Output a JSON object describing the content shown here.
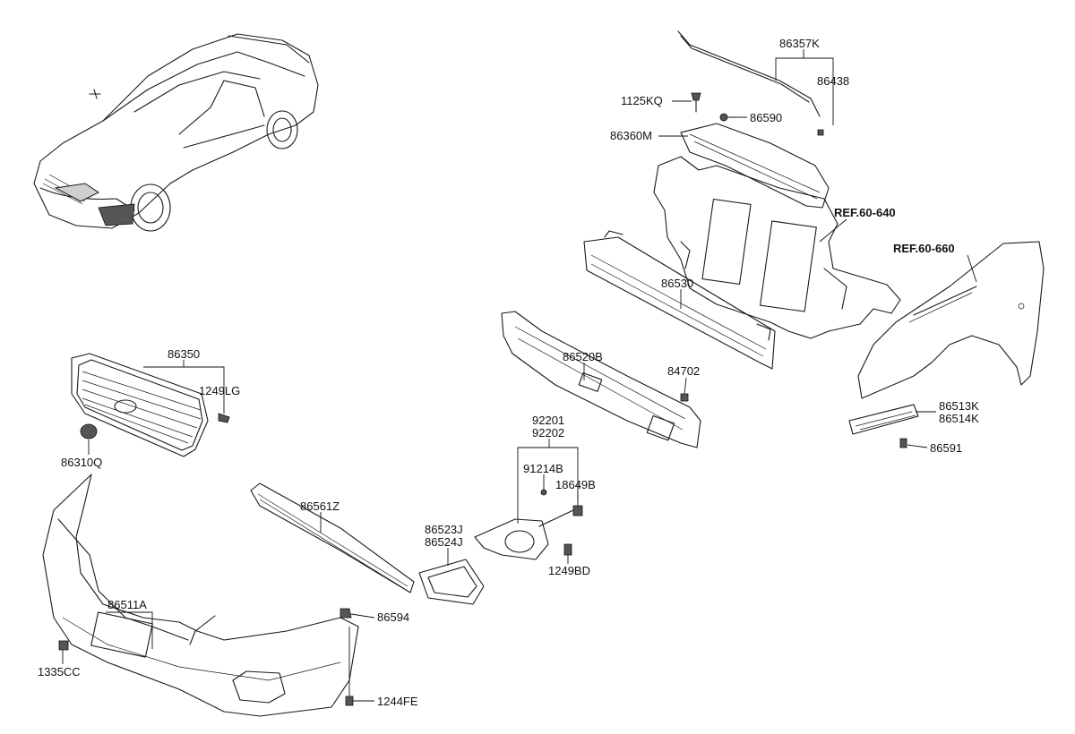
{
  "labels": {
    "p86357K": "86357K",
    "p86438": "86438",
    "p1125KQ": "1125KQ",
    "p86590": "86590",
    "p86360M": "86360M",
    "ref640": "REF.60-640",
    "ref660": "REF.60-660",
    "p86530": "86530",
    "p86350": "86350",
    "p1249LG": "1249LG",
    "p86310Q": "86310Q",
    "p86520B": "86520B",
    "p84702": "84702",
    "p92201": "92201",
    "p92202": "92202",
    "p91214B": "91214B",
    "p18649B": "18649B",
    "p86561Z": "86561Z",
    "p86523J": "86523J",
    "p86524J": "86524J",
    "p1249BD": "1249BD",
    "p86513K": "86513K",
    "p86514K": "86514K",
    "p86591": "86591",
    "p86511A": "86511A",
    "p86594": "86594",
    "p1335CC": "1335CC",
    "p1244FE": "1244FE"
  }
}
